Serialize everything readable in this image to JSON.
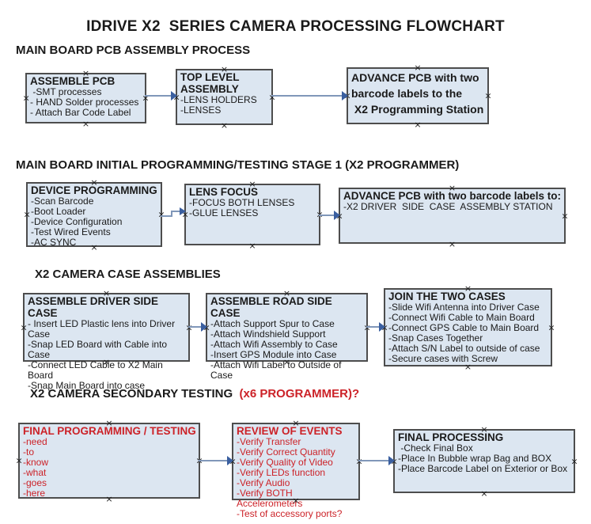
{
  "page": {
    "title": "IDRIVE X2  SERIES CAMERA PROCESSING FLOWCHART"
  },
  "glyphs": {
    "handle": "×",
    "arrow_head": "arrow-right"
  },
  "colors": {
    "box_fill": "#dce6f1",
    "box_border": "#4d4d4d",
    "text": "#1a1a1a",
    "red_accent": "#cc2228",
    "arrow_line": "#8097b9",
    "arrow_head": "#3a5fa0"
  },
  "sections": [
    {
      "heading": "MAIN BOARD PCB ASSEMBLY PROCESS",
      "heading_red": "",
      "boxes": [
        {
          "title": "ASSEMBLE PCB",
          "items": [
            " -SMT processes",
            "- HAND Solder processes",
            "- Attach Bar Code Label"
          ]
        },
        {
          "title": "TOP LEVEL ASSEMBLY",
          "items": [
            "-LENS HOLDERS",
            "-LENSES"
          ]
        },
        {
          "title": "ADVANCE PCB with two\nbarcode labels to the\n X2 Programming Station",
          "items": []
        }
      ]
    },
    {
      "heading": "MAIN BOARD INITIAL PROGRAMMING/TESTING STAGE 1 (X2 PROGRAMMER)",
      "heading_red": "",
      "boxes": [
        {
          "title": "DEVICE PROGRAMMING",
          "items": [
            "-Scan Barcode",
            "-Boot Loader",
            "-Device Configuration",
            "-Test Wired Events",
            "-AC SYNC"
          ]
        },
        {
          "title": "LENS FOCUS",
          "items": [
            "-FOCUS BOTH LENSES",
            "-GLUE LENSES"
          ]
        },
        {
          "title": "ADVANCE PCB with two barcode labels to:",
          "items": [
            "-X2 DRIVER  SIDE  CASE  ASSEMBLY STATION"
          ]
        }
      ]
    },
    {
      "heading": "X2 CAMERA CASE ASSEMBLIES",
      "heading_red": "",
      "boxes": [
        {
          "title": "ASSEMBLE DRIVER SIDE CASE",
          "items": [
            "- Insert LED Plastic lens into Driver Case",
            "-Snap LED Board with Cable into Case",
            "-Connect LED Cable to X2 Main Board",
            "-Snap Main Board into case"
          ]
        },
        {
          "title": "ASSEMBLE ROAD SIDE CASE",
          "items": [
            "-Attach Support Spur to Case",
            "-Attach Windshield Support",
            "-Attach Wifi Assembly to Case",
            "-Insert GPS Module into Case",
            "-Attach Wifi Label to Outside of Case"
          ]
        },
        {
          "title": "JOIN THE TWO CASES",
          "items": [
            "-Slide Wifi Antenna into Driver Case",
            "-Connect Wifi Cable to Main Board",
            "-Connect GPS Cable to Main Board",
            "-Snap Cases Together",
            "-Attach S/N Label to outside of case",
            "-Secure cases with Screw"
          ]
        }
      ]
    },
    {
      "heading": "X2 CAMERA SECONDARY TESTING ",
      "heading_red": " (x6 PROGRAMMER)?",
      "boxes": [
        {
          "title": "FINAL PROGRAMMING / TESTING",
          "items": [
            "-need",
            "-to",
            "-know",
            "-what",
            "-goes",
            "-here"
          ]
        },
        {
          "title": "REVIEW OF EVENTS",
          "items": [
            "-Verify Transfer",
            "-Verify Correct Quantity",
            "-Verify Quality of Video",
            "-Verify LEDs function",
            "-Verify Audio",
            "-Verify BOTH Accelerometers",
            "-Test of accessory ports?"
          ]
        },
        {
          "title": "FINAL PROCESSING",
          "items": [
            " -Check Final Box",
            "-Place In Bubble wrap Bag and BOX",
            "-Place Barcode Label on Exterior or Box"
          ]
        }
      ]
    }
  ]
}
